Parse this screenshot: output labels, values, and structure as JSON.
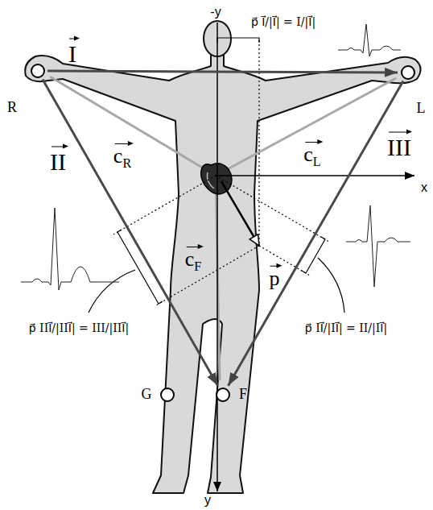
{
  "diagram": {
    "nodes": [
      {
        "text": [
          "R"
        ]
      },
      {
        "text": [
          "L"
        ]
      },
      {
        "text": [
          "G"
        ]
      },
      {
        "text": [
          "F"
        ]
      }
    ],
    "edges": [
      {
        "from": 0,
        "to": 1,
        "arrow": "to",
        "label": "I"
      },
      {
        "from": 0,
        "to": 3,
        "arrow": "to",
        "label": "II"
      },
      {
        "from": 1,
        "to": 3,
        "arrow": "to",
        "label": "III"
      }
    ],
    "labels": [
      "-y",
      "x",
      "y",
      "cR",
      "cL",
      "cF",
      "p",
      "p⃗ I⃗/|I⃗| = I/|I⃗|",
      "p⃗ III⃗/|III⃗| = III/|III⃗|",
      "p⃗ II⃗/|II⃗| = II/|II⃗|"
    ]
  }
}
